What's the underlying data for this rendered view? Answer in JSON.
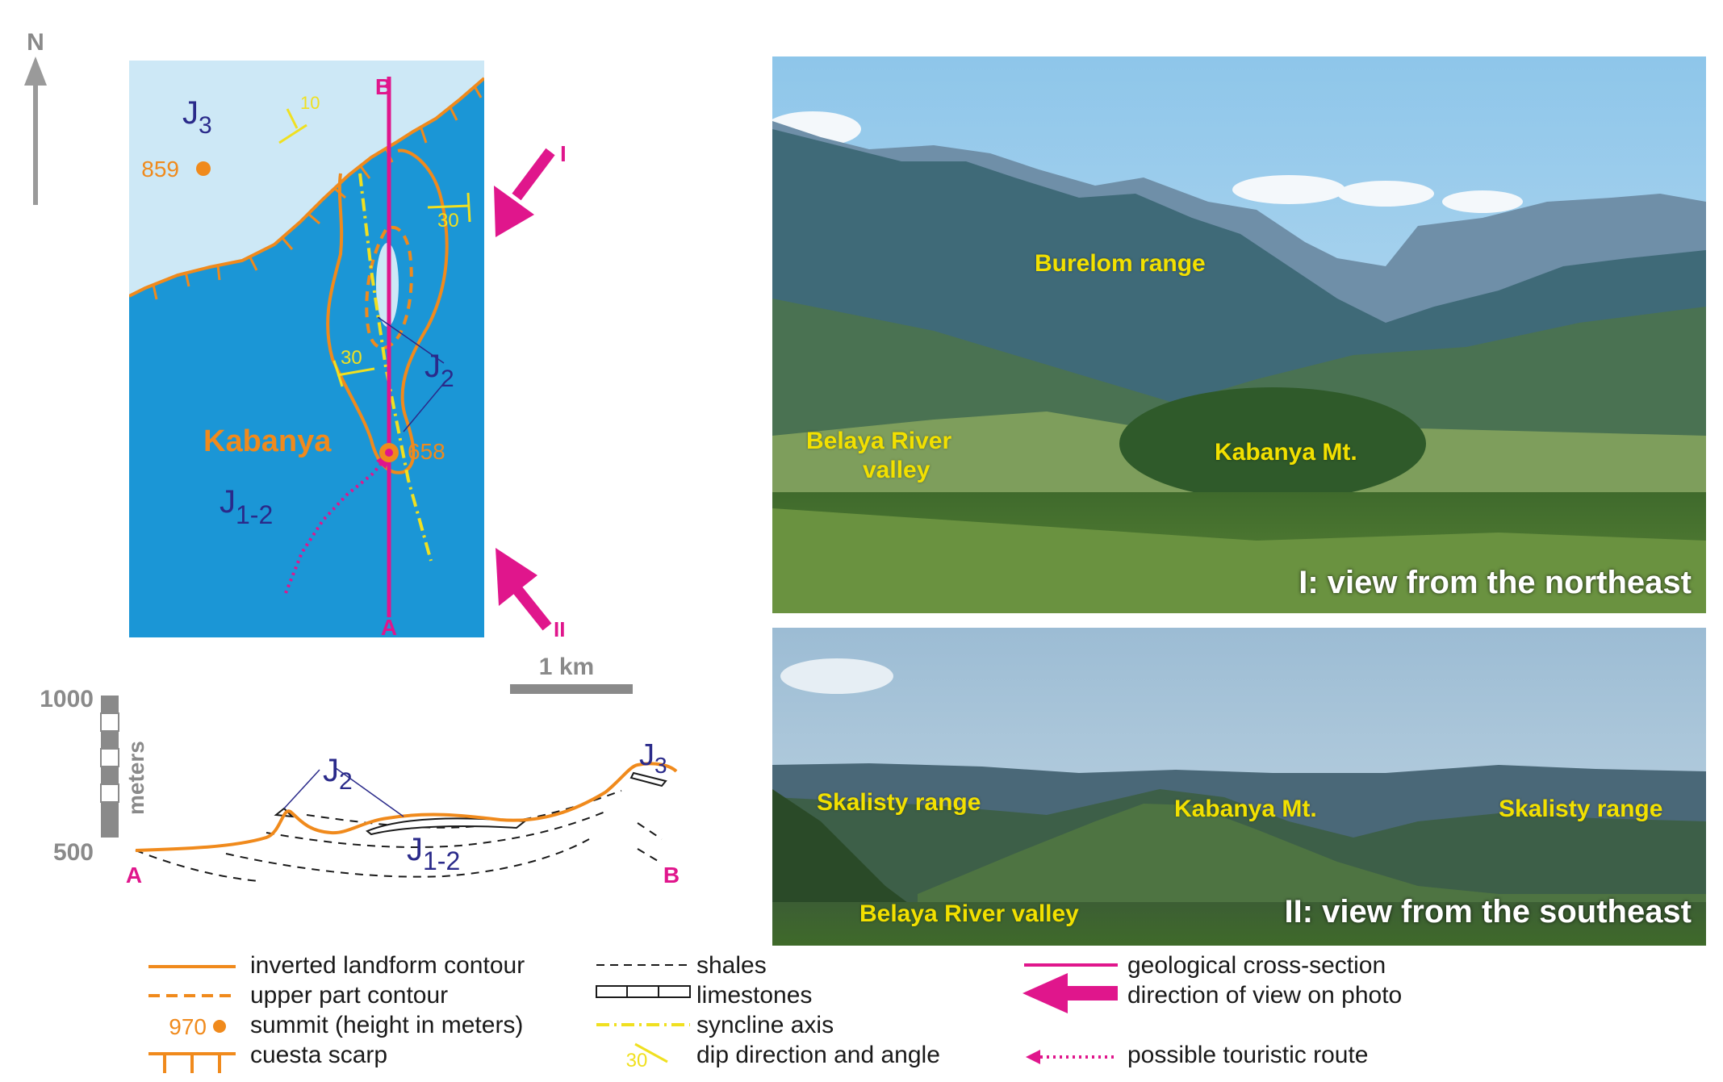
{
  "north": {
    "label": "N"
  },
  "map": {
    "units": {
      "j3": "J",
      "j3_sub": "3",
      "j2": "J",
      "j2_sub": "2",
      "j12": "J",
      "j12_sub": "1-2"
    },
    "summits": [
      {
        "name": "",
        "height": "859"
      },
      {
        "name": "Kabanya",
        "height": "658"
      }
    ],
    "dips": [
      "10",
      "30",
      "30"
    ],
    "section_ends": {
      "a": "A",
      "b": "B"
    },
    "view_labels": {
      "i": "I",
      "ii": "II"
    },
    "scale": "1 km",
    "colors": {
      "j3_area": "#cde8f6",
      "map_blue": "#1b96d6",
      "contour": "#f08a1c",
      "section_line": "#e0168c",
      "syncline": "#f0e020",
      "unit_text": "#2a2a8a"
    }
  },
  "cross_section": {
    "ytick_top": "1000",
    "ytick_bottom": "500",
    "ylabel": "meters",
    "units": {
      "j2": "J",
      "j2_sub": "2",
      "j3": "J",
      "j3_sub": "3",
      "j12": "J",
      "j12_sub": "1-2"
    },
    "end_a": "A",
    "end_b": "B"
  },
  "photos": [
    {
      "caption": "I: view from the northeast",
      "labels": {
        "range": "Burelom range",
        "valley_line1": "Belaya River",
        "valley_line2": "valley",
        "mountain": "Kabanya Mt."
      }
    },
    {
      "caption": "II: view from the southeast",
      "labels": {
        "range_left": "Skalisty range",
        "mountain": "Kabanya Mt.",
        "range_right": "Skalisty range",
        "valley": "Belaya River valley"
      }
    }
  ],
  "legend": {
    "col1": [
      "inverted landform contour",
      "upper part contour",
      "summit (height in meters)",
      "cuesta scarp"
    ],
    "summit_example": "970",
    "col2": [
      "shales",
      "limestones",
      "syncline axis",
      "dip direction and angle"
    ],
    "dip_example": "30",
    "col3": [
      "geological cross-section",
      "direction of view on photo",
      "possible touristic route"
    ]
  }
}
